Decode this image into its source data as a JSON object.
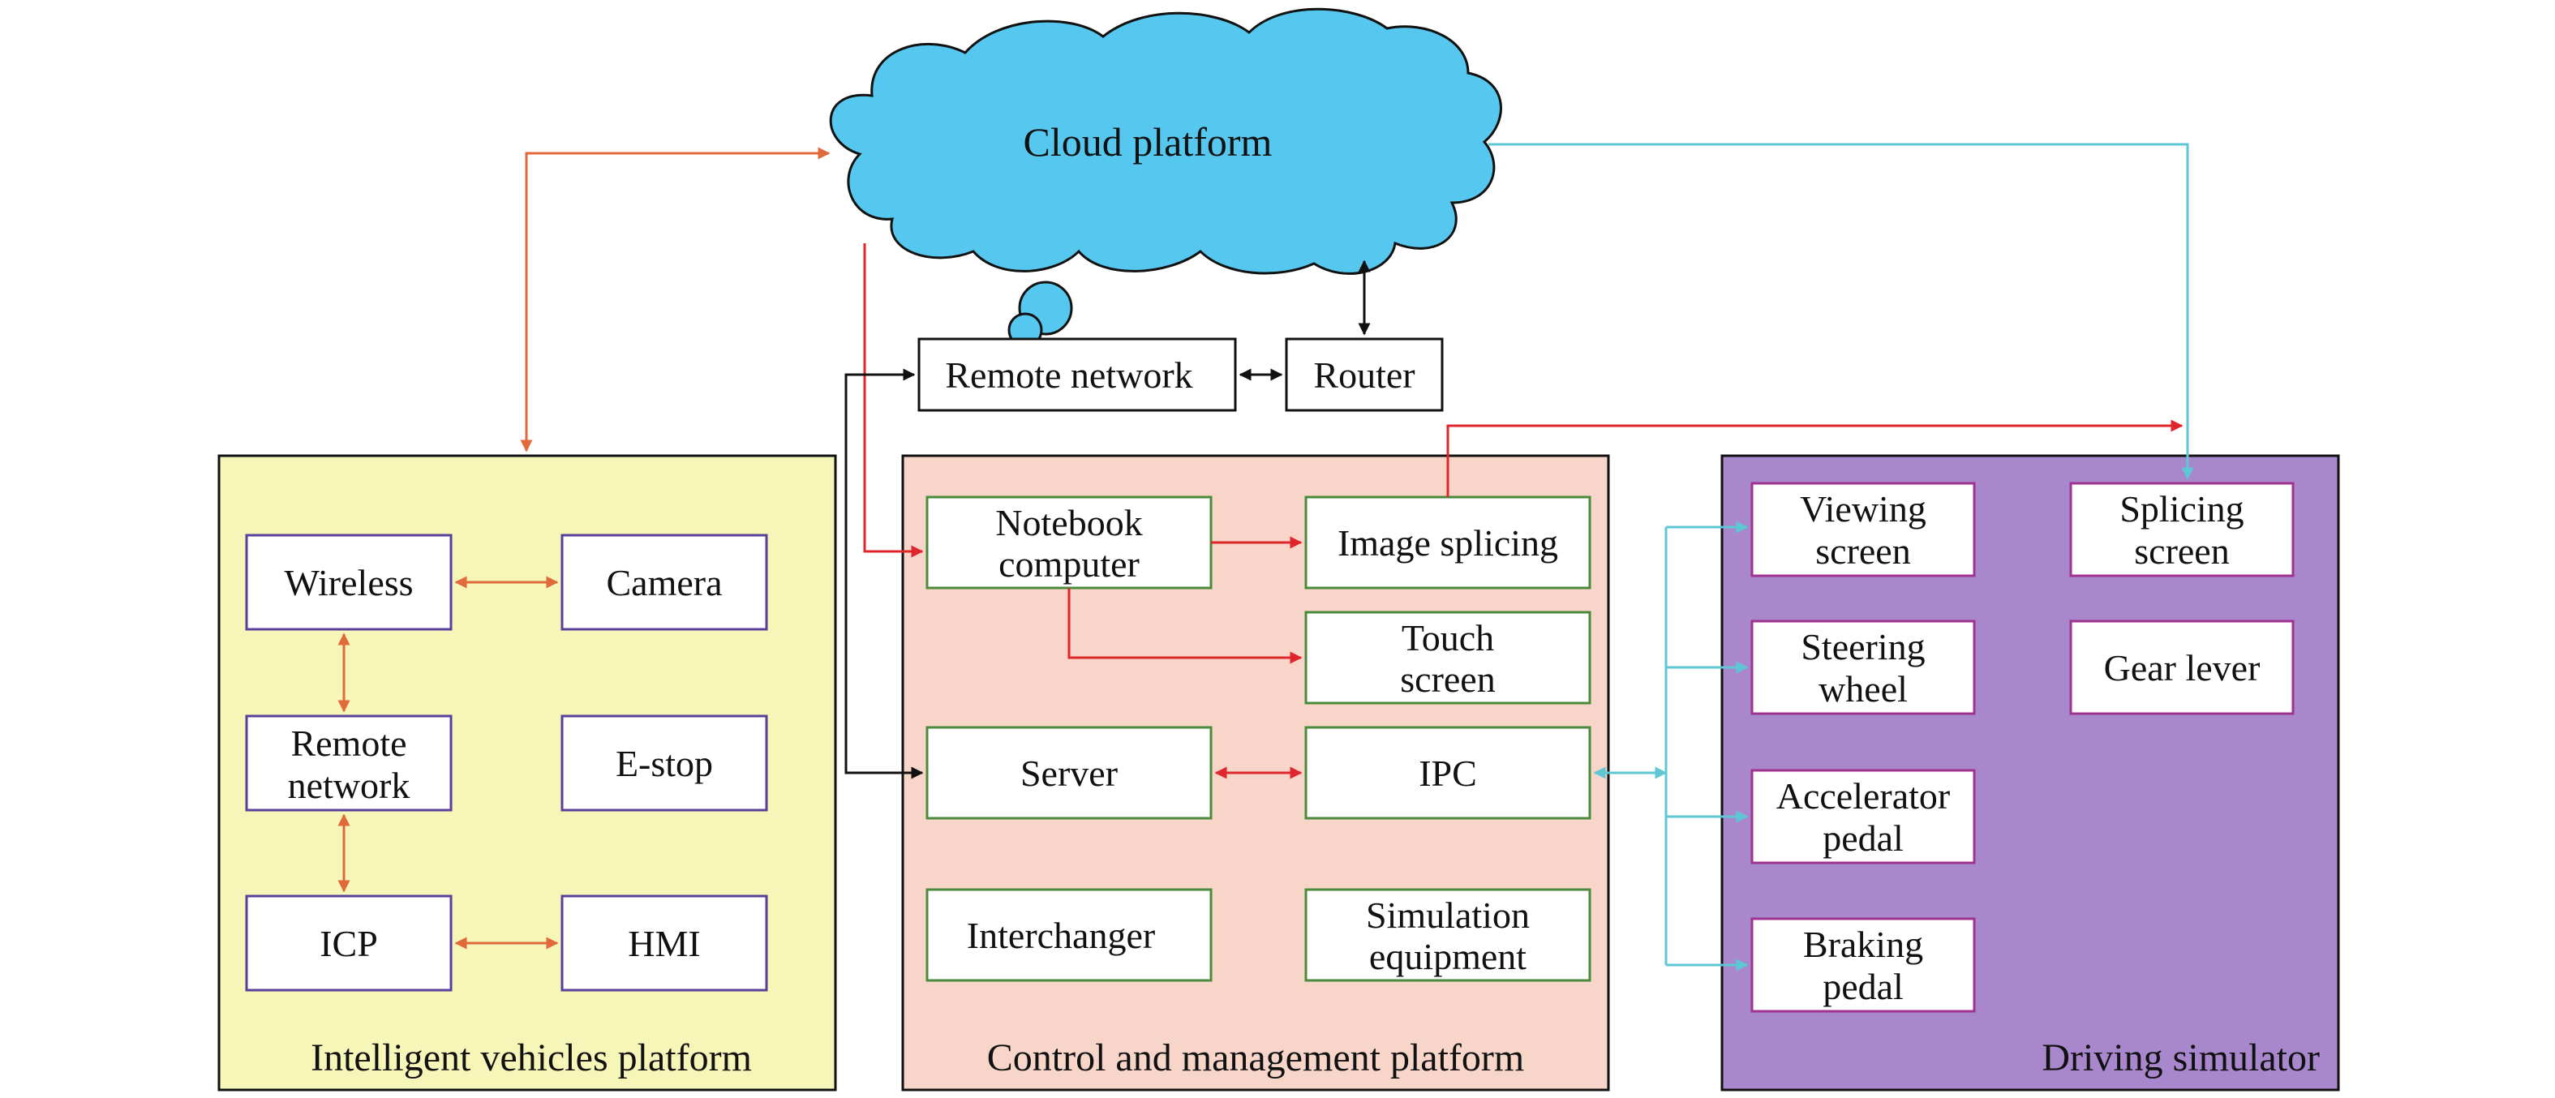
{
  "cloud": {
    "label": "Cloud platform",
    "fill": "#56c8ef"
  },
  "top_nodes": {
    "remote_network": "Remote network",
    "router": "Router"
  },
  "platforms": {
    "vehicles": {
      "label": "Intelligent vehicles platform",
      "fill": "#f5f6b8",
      "nodes": {
        "wireless": [
          "Wireless"
        ],
        "camera": [
          "Camera"
        ],
        "remote_network": [
          "Remote",
          "network"
        ],
        "estop": [
          "E-stop"
        ],
        "icp": [
          "ICP"
        ],
        "hmi": [
          "HMI"
        ]
      }
    },
    "control": {
      "label": "Control and management platform",
      "fill": "#f7d5c8",
      "nodes": {
        "notebook": [
          "Notebook",
          "computer"
        ],
        "image_splicing": [
          "Image splicing"
        ],
        "touch_screen": [
          "Touch",
          "screen"
        ],
        "server": [
          "Server"
        ],
        "ipc": [
          "IPC"
        ],
        "interchanger": [
          "Interchanger"
        ],
        "simulation": [
          "Simulation",
          "equipment"
        ]
      }
    },
    "simulator": {
      "label": "Driving simulator",
      "fill": "#a987cc",
      "nodes": {
        "viewing_screen": [
          "Viewing",
          "screen"
        ],
        "splicing_screen": [
          "Splicing",
          "screen"
        ],
        "steering_wheel": [
          "Steering",
          "wheel"
        ],
        "gear_lever": [
          "Gear lever"
        ],
        "accelerator": [
          "Accelerator",
          "pedal"
        ],
        "braking": [
          "Braking",
          "pedal"
        ]
      }
    }
  },
  "colors": {
    "orange_link": "#e06a3a",
    "red_link": "#e0262d",
    "cyan_link": "#5fc7d4",
    "black_link": "#111111",
    "vehicle_node_border": "#5a3f9a",
    "control_node_border": "#4b8a3b",
    "simulator_node_border": "#a0338f"
  }
}
